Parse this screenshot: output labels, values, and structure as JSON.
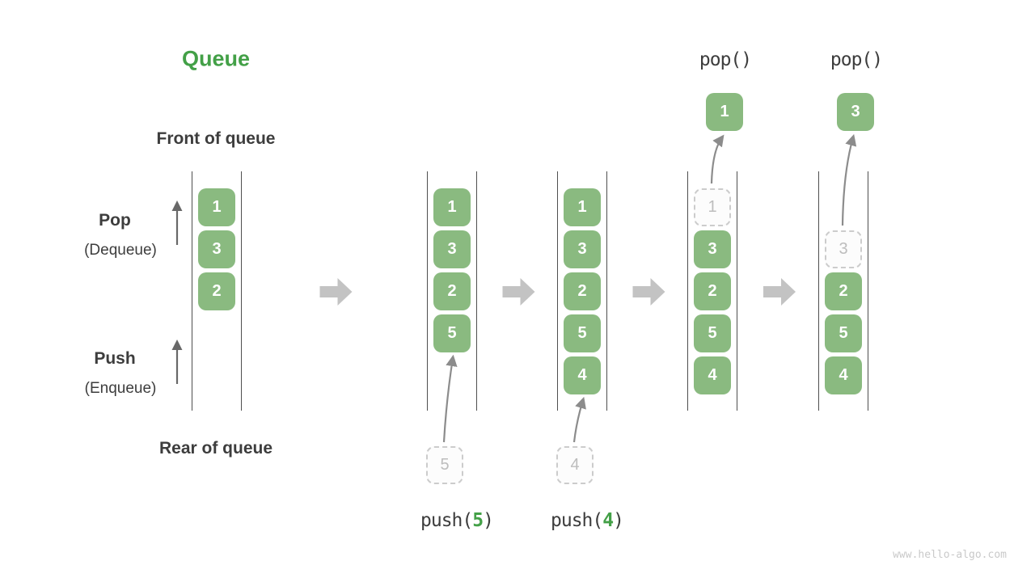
{
  "title": "Queue",
  "labels": {
    "front": "Front of queue",
    "rear": "Rear of queue",
    "pop": "Pop",
    "pop_sub": "(Dequeue)",
    "push": "Push",
    "push_sub": "(Enqueue)"
  },
  "watermark": "www.hello-algo.com",
  "colors": {
    "green": "#8aba80",
    "accent_green": "#43a047",
    "text_dark": "#3d3d3d",
    "rail": "#4f4f4f",
    "flow_arrow": "#c3c3c3",
    "curve_arrow": "#8c8c8c",
    "direction_arrow": "#686868",
    "dashed_border": "#cccccc",
    "dashed_text": "#bdbdbd",
    "ghost_bg": "#fcfcfc",
    "watermark": "#c9c9c9"
  },
  "icons": {
    "flow_arrow": "right-block-arrow",
    "pop_direction": "up-arrow",
    "push_direction": "up-arrow"
  },
  "queue_states": [
    {
      "slots": [
        "1",
        "3",
        "2"
      ]
    },
    {
      "slots": [
        "1",
        "3",
        "2",
        "5"
      ],
      "incoming": {
        "value": "5",
        "open": "push(",
        "arg": "5",
        "close": ")"
      }
    },
    {
      "slots": [
        "1",
        "3",
        "2",
        "5",
        "4"
      ],
      "incoming": {
        "value": "4",
        "open": "push(",
        "arg": "4",
        "close": ")"
      }
    },
    {
      "slots": [
        {
          "v": "1",
          "dashed": true
        },
        "3",
        "2",
        "5",
        "4"
      ],
      "outgoing": {
        "value": "1",
        "label": "pop()"
      }
    },
    {
      "slots": [
        null,
        {
          "v": "3",
          "dashed": true
        },
        "2",
        "5",
        "4"
      ],
      "outgoing": {
        "value": "3",
        "label": "pop()"
      }
    }
  ]
}
